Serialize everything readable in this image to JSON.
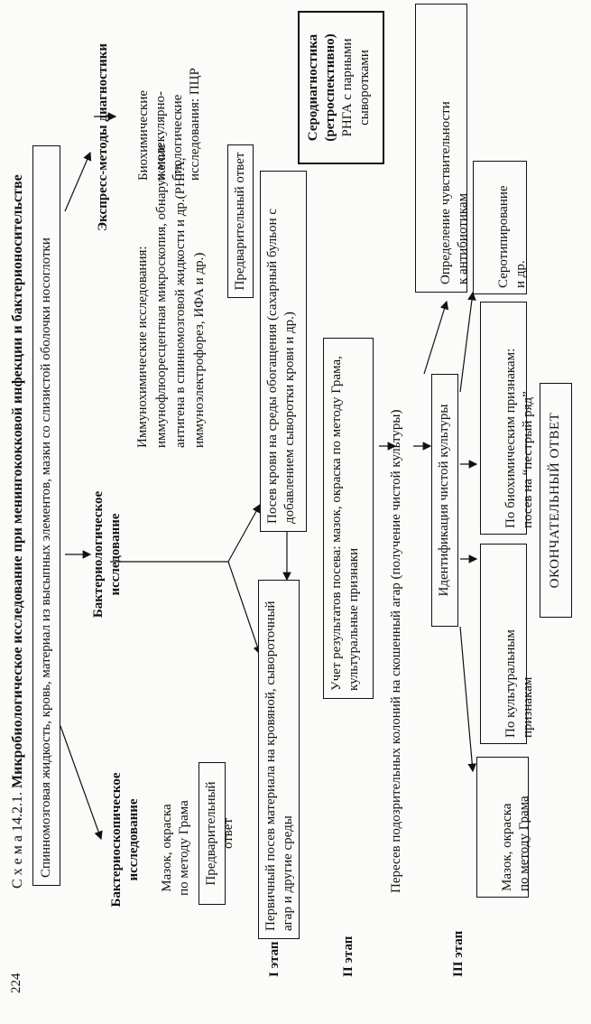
{
  "page_number": "224",
  "title": {
    "prefix": "С х е м а 14.2.1.",
    "main": "Микробиологическое исследование при менингококковой инфекции и бактерионосительстве"
  },
  "material": "Спинномозговая жидкость, кровь, материал из высыпных элементов, мазки со слизистой оболочки носоглотки",
  "stages": {
    "s1": "I этап",
    "s2": "II этап",
    "s3": "III этап"
  },
  "methods": {
    "bacterioscopic": "Бактериоскопическое\nисследование",
    "bacteriologic": "Бактериологическое\nисследование",
    "express": "Экспресс-методы диагностики"
  },
  "bacterioscopy": {
    "smear": "Мазок, окраска\nпо методу Грама",
    "prelim": "Предварительный ответ"
  },
  "express": {
    "immuno": "Иммунохимические исследования: иммунофлюоресцентная микроскопия, обнаружение антигена в спинномозговой жидкости и др.(РНГА, иммуноэлектрофорез, ИФА и др.)",
    "biochem": "Биохимические\nи молекулярно-\nбиологические\nисследования: ПЦР",
    "prelim": "Предварительный ответ"
  },
  "serodiag": {
    "line1": "Серодиагностика",
    "line2": "(ретроспективно)",
    "line3": "РНГА с парными",
    "line4": "сыворотками"
  },
  "stage1": {
    "primary": "Первичный посев материала на кровяной, сывороточный агар и другие среды",
    "blood": "Посев крови на среды обогащения (сахарный бульон с добавлением сыворотки крови и др.)"
  },
  "stage2": {
    "results": "Учет результатов посева: мазок, окраска по методу Грама, культуральные признаки",
    "subculture": "Пересев подозрительных колоний на скошенный агар (получение чистой культуры)"
  },
  "stage3": {
    "identification": "Идентификация чистой культуры",
    "sensitivity": "Определение чувствительности\nк антибиотикам",
    "smear": "Мазок, окраска\nпо методу Грама",
    "cultural": "По культуральным\nпризнакам",
    "biochem": "По биохимическим признакам:\nпосев на “пестрый ряд”",
    "serotyping": "Серотипирование\nи др."
  },
  "final": "ОКОНЧАТЕЛЬНЫЙ ОТВЕТ"
}
